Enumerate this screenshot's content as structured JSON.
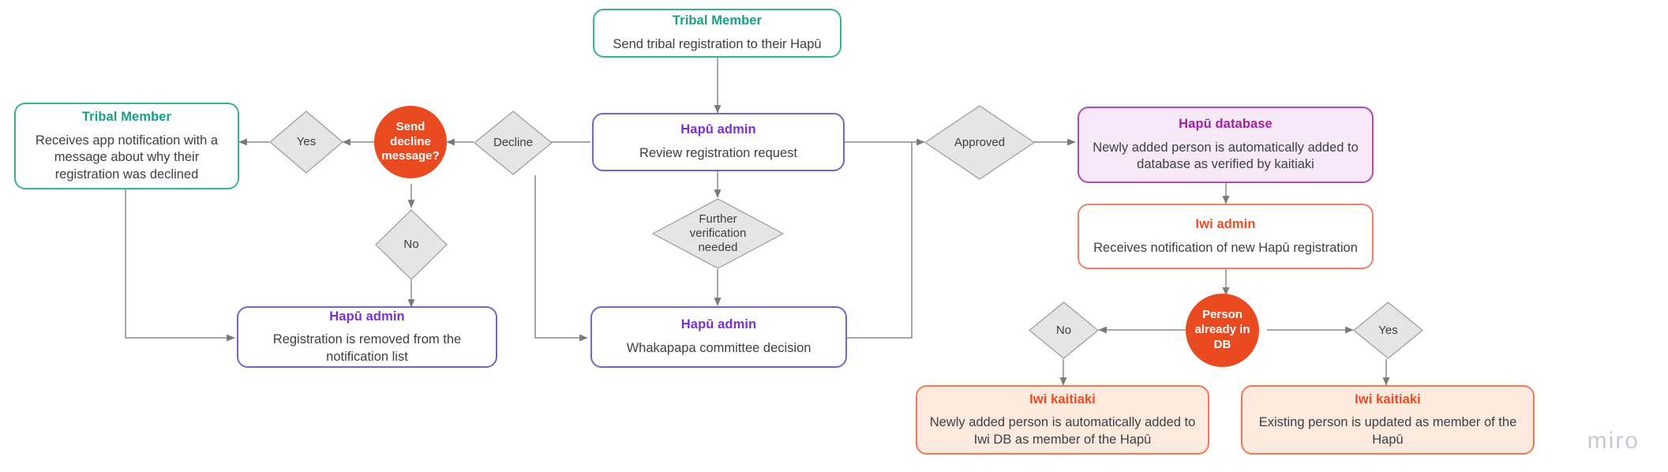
{
  "board": {
    "watermark": "miro",
    "colors": {
      "teal": "#16a085",
      "indigo": "#7b2fd4",
      "lilac": "#a51ea5",
      "orange": "#ef4b22",
      "circle_fill": "#ea4a20",
      "diamond_fill": "#e5e5e5",
      "wire": "#8a8a8a"
    }
  },
  "nodes": {
    "tribal_member_send": {
      "title": "Tribal Member",
      "body": "Send tribal registration to their Hapū"
    },
    "tribal_member_declined": {
      "title": "Tribal Member",
      "body": "Receives app notification with a message about why their registration was declined"
    },
    "hapu_admin_review": {
      "title": "Hapū admin",
      "body": "Review registration request"
    },
    "hapu_admin_removed": {
      "title": "Hapū admin",
      "body": "Registration is removed from the notification list"
    },
    "hapu_admin_whakapapa": {
      "title": "Hapū admin",
      "body": "Whakapapa committee decision"
    },
    "hapu_database": {
      "title": "Hapū database",
      "body": "Newly added person is automatically added to database as verified by kaitiaki"
    },
    "iwi_admin": {
      "title": "Iwi admin",
      "body": "Receives notification of new Hapū registration"
    },
    "iwi_kaitiaki_new": {
      "title": "Iwi kaitiaki",
      "body": "Newly added person is automatically added to Iwi DB as member of the  Hapū"
    },
    "iwi_kaitiaki_existing": {
      "title": "Iwi kaitiaki",
      "body": "Existing person is updated as member of the Hapū"
    }
  },
  "decisions": {
    "yes_left": "Yes",
    "decline": "Decline",
    "no_left": "No",
    "further_verification": "Further\nverification\nneeded",
    "approved": "Approved",
    "no_db": "No",
    "yes_db": "Yes"
  },
  "circles": {
    "send_decline_message": "Send\ndecline\nmessage?",
    "person_already_in_db": "Person\nalready in\nDB"
  }
}
